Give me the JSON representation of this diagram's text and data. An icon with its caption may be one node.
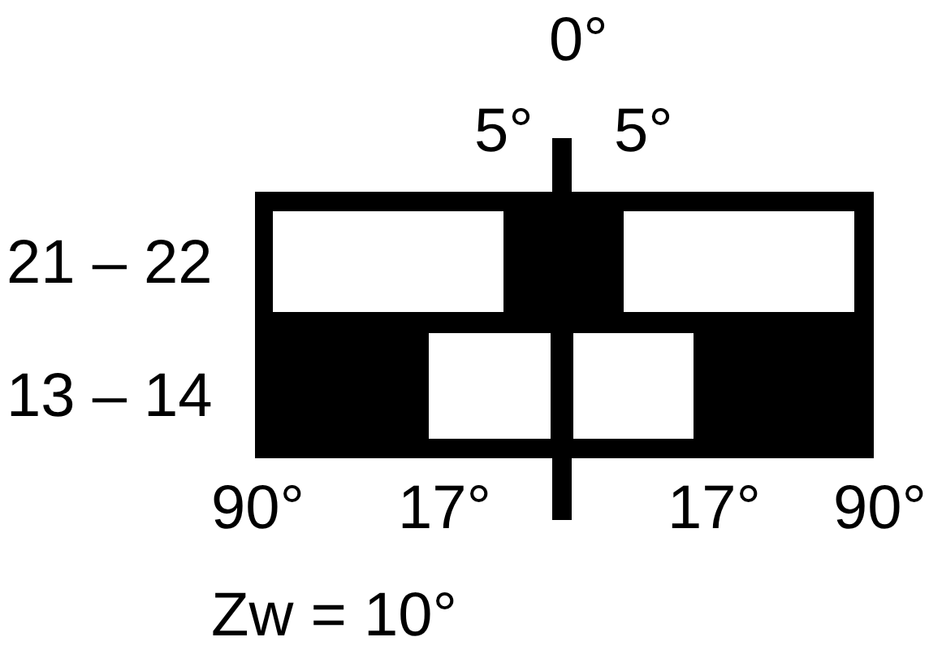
{
  "diagram": {
    "labels": [
      "0°",
      "5°",
      "5°",
      "21 – 22",
      "13 – 14",
      "90°",
      "17°",
      "17°",
      "90°",
      "Zw = 10°"
    ]
  }
}
